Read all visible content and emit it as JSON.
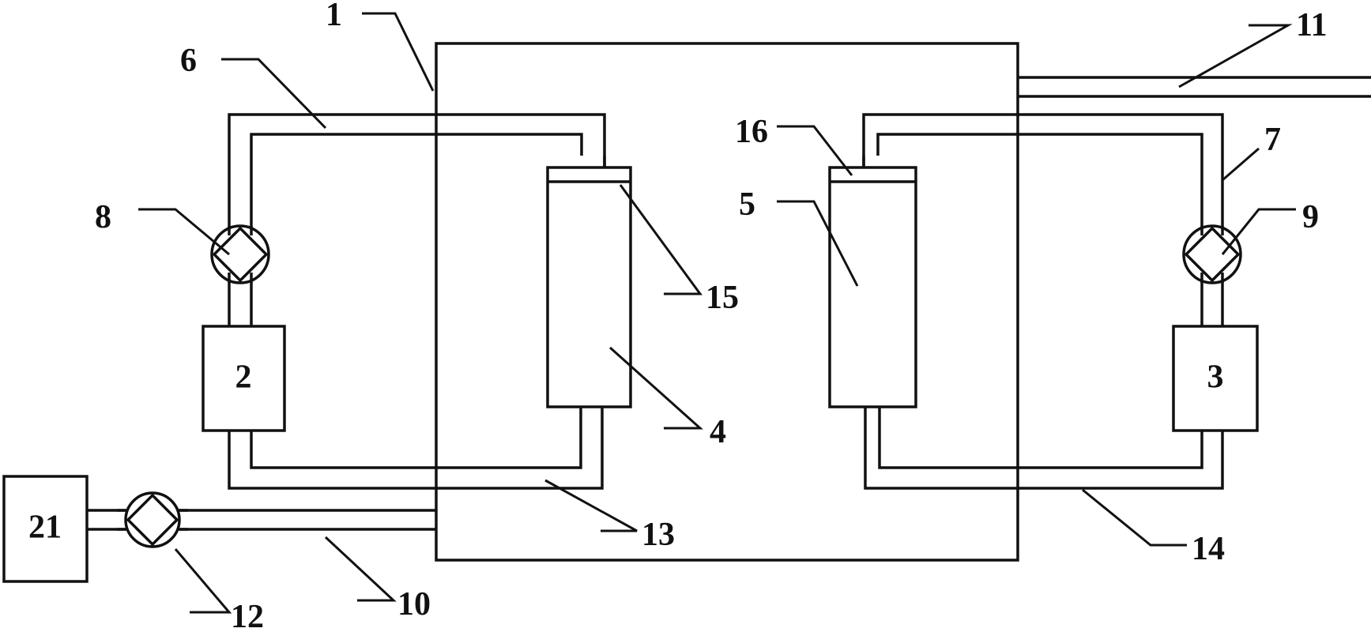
{
  "labels": {
    "chamber": "1",
    "unit_2": "2",
    "unit_3": "3",
    "column_4": "4",
    "column_5": "5",
    "pipe_6": "6",
    "pipe_7": "7",
    "pump_8": "8",
    "pump_9": "9",
    "pipe_10": "10",
    "pipe_11": "11",
    "pump_12": "12",
    "pipe_13": "13",
    "pipe_14": "14",
    "plate_15": "15",
    "plate_16": "16",
    "unit_21": "21"
  },
  "colors": {
    "line": "#111111",
    "background": "#ffffff"
  }
}
